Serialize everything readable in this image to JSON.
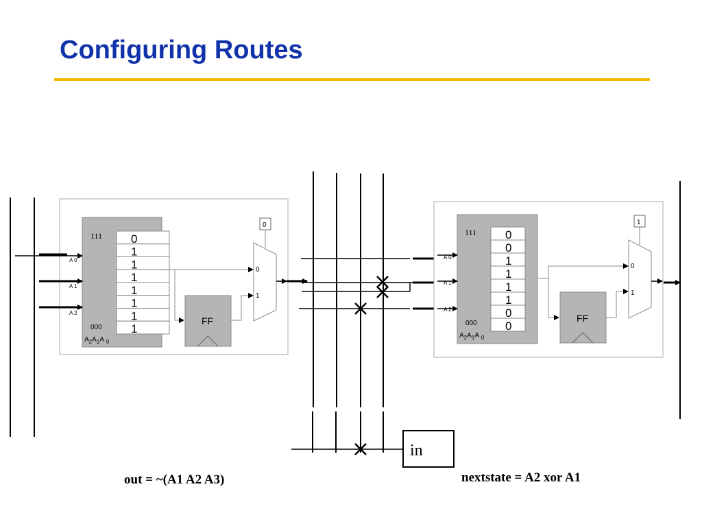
{
  "title": "Configuring Routes",
  "left_cell": {
    "lut_top_label": "111",
    "lut_bottom_label": "000",
    "lut_bits": [
      "0",
      "1",
      "1",
      "1",
      "1",
      "1",
      "1",
      "1"
    ],
    "addr_inputs": [
      "A 0",
      "A 1",
      "A 2"
    ],
    "addr_order": {
      "a": "A",
      "s2": "2",
      "s1": "1",
      "s0": "0"
    },
    "ff_label": "FF",
    "mux_select": "0",
    "mux_in0": "0",
    "mux_in1": "1"
  },
  "right_cell": {
    "lut_top_label": "111",
    "lut_bottom_label": "000",
    "lut_bits": [
      "0",
      "0",
      "1",
      "1",
      "1",
      "1",
      "0",
      "0"
    ],
    "addr_inputs": [
      "A 0",
      "A 1",
      "A 2"
    ],
    "addr_order": {
      "a": "A",
      "s2": "2",
      "s1": "1",
      "s0": "0"
    },
    "ff_label": "FF",
    "mux_select": "1",
    "mux_in0": "0",
    "mux_in1": "1"
  },
  "input_label": "in",
  "equations": {
    "out": "out = ~(A1 A2 A3)",
    "nextstate": "nextstate = A2 xor A1"
  }
}
